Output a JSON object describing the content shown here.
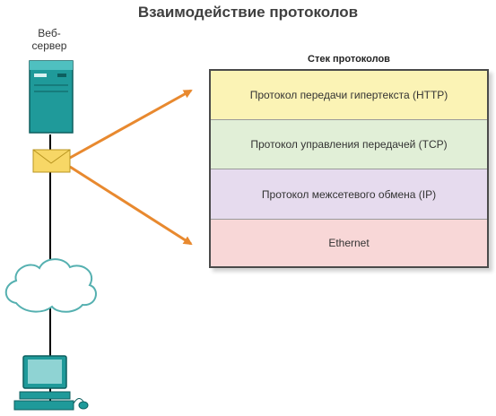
{
  "title": "Взаимодействие протоколов",
  "server": {
    "label_line1": "Веб-",
    "label_line2": "сервер"
  },
  "stack": {
    "title": "Стек протоколов",
    "layers": [
      {
        "label": "Протокол передачи гипертекста (HTTP)",
        "color": "#fbf3b5"
      },
      {
        "label": "Протокол управления передачей (TCP)",
        "color": "#e1efd7"
      },
      {
        "label": "Протокол межсетевого обмена (IP)",
        "color": "#e6dbee"
      },
      {
        "label": "Ethernet",
        "color": "#f8d7d7"
      }
    ]
  },
  "colors": {
    "arrow": "#e8892f",
    "device_teal": "#1f9a9a",
    "envelope": "#f7d766",
    "cloud_outline": "#55b0b0"
  },
  "icons": [
    "server-icon",
    "envelope-icon",
    "cloud-icon",
    "computer-icon"
  ]
}
